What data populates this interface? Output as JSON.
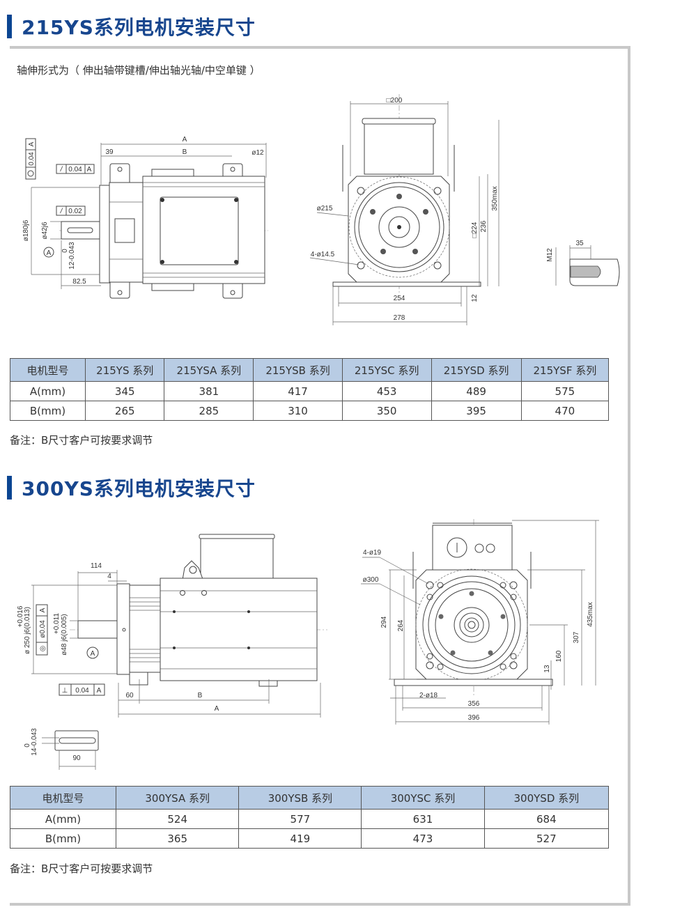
{
  "section1": {
    "title": "215YS系列电机安装尺寸",
    "shaft_note": "轴伸形式为（ 伸出轴带键槽/伸出轴光轴/中空单键 ）",
    "side_view": {
      "dim_A": "A",
      "dim_B": "B",
      "dim_39": "39",
      "hole": "ø12",
      "shaft_len": "82.5",
      "flange_dia": "ø180j6",
      "shaft_dia": "ø42j6",
      "key_width": "12-0.043",
      "key_tol_top": "0",
      "tol1_sym": "/",
      "tol1_val": "0.04",
      "tol1_ref": "A",
      "tol2_sym": "/",
      "tol2_val": "0.02",
      "tol3_val": "0.04",
      "tol3_ref": "A",
      "datum": "A"
    },
    "front_view": {
      "box_width": "□200",
      "circle_dia": "ø215",
      "holes": "4-ø14.5",
      "frame": "□224",
      "height_236": "236",
      "height_max": "350max",
      "base_254": "254",
      "base_278": "278",
      "base_thk": "12"
    },
    "key_detail": {
      "thread": "M12",
      "depth": "35"
    },
    "table": {
      "headers": [
        "电机型号",
        "215YS 系列",
        "215YSA 系列",
        "215YSB 系列",
        "215YSC 系列",
        "215YSD 系列",
        "215YSF 系列"
      ],
      "rows": [
        {
          "label": "A(mm)",
          "values": [
            "345",
            "381",
            "417",
            "453",
            "489",
            "575"
          ]
        },
        {
          "label": "B(mm)",
          "values": [
            "265",
            "285",
            "310",
            "350",
            "395",
            "470"
          ]
        }
      ]
    },
    "note": "备注：B尺寸客户可按要求调节"
  },
  "section2": {
    "title": "300YS系列电机安装尺寸",
    "side_view": {
      "dim_114": "114",
      "dim_4": "4",
      "flange": "ø 250  j6(0.013)",
      "flange_tol": "+0.016",
      "shaft": "ø48 j6(0.005)",
      "shaft_tol": "+0.011",
      "tol_sym": "◎",
      "tol_val": "ø0.04",
      "tol_ref": "A",
      "perp_sym": "⊥",
      "perp_val": "0.04",
      "perp_ref": "A",
      "datum": "A",
      "dim_60": "60",
      "dim_B": "B",
      "dim_A": "A",
      "key_width": "14-0.043",
      "key_tol_top": "0",
      "key_len": "90"
    },
    "front_view": {
      "holes": "4-ø19",
      "circle": "ø300",
      "h294": "294",
      "h264": "264",
      "h307": "307",
      "hmax": "435max",
      "h160": "160",
      "h13": "13",
      "base_holes": "2-ø18",
      "w356": "356",
      "w396": "396"
    },
    "table": {
      "headers": [
        "电机型号",
        "300YSA 系列",
        "300YSB 系列",
        "300YSC 系列",
        "300YSD 系列"
      ],
      "rows": [
        {
          "label": "A(mm)",
          "values": [
            "524",
            "577",
            "631",
            "684"
          ]
        },
        {
          "label": "B(mm)",
          "values": [
            "365",
            "419",
            "473",
            "527"
          ]
        }
      ]
    },
    "note": "备注：B尺寸客户可按要求调节"
  },
  "colors": {
    "title": "#17468e",
    "bar": "#0b4592",
    "table_header": "#b8cce4",
    "frame": "#c8c8c8"
  }
}
